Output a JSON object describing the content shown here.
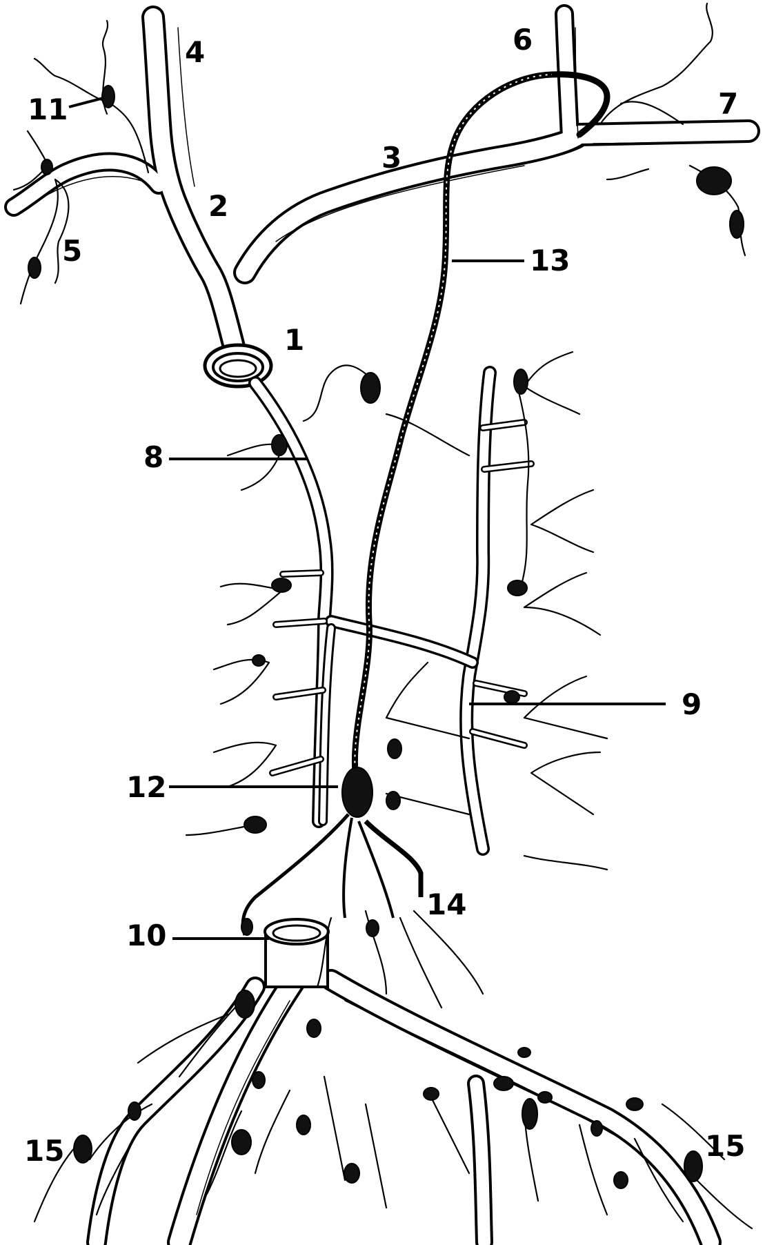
{
  "diagram": {
    "labels": [
      {
        "id": "l1",
        "text": "1"
      },
      {
        "id": "l2",
        "text": "2"
      },
      {
        "id": "l3",
        "text": "3"
      },
      {
        "id": "l4",
        "text": "4"
      },
      {
        "id": "l5",
        "text": "5"
      },
      {
        "id": "l6",
        "text": "6"
      },
      {
        "id": "l7",
        "text": "7"
      },
      {
        "id": "l8",
        "text": "8"
      },
      {
        "id": "l9",
        "text": "9"
      },
      {
        "id": "l10",
        "text": "10"
      },
      {
        "id": "l11",
        "text": "11"
      },
      {
        "id": "l12",
        "text": "12"
      },
      {
        "id": "l13",
        "text": "13"
      },
      {
        "id": "l14",
        "text": "14"
      },
      {
        "id": "l15a",
        "text": "15"
      },
      {
        "id": "l15b",
        "text": "15"
      }
    ]
  }
}
